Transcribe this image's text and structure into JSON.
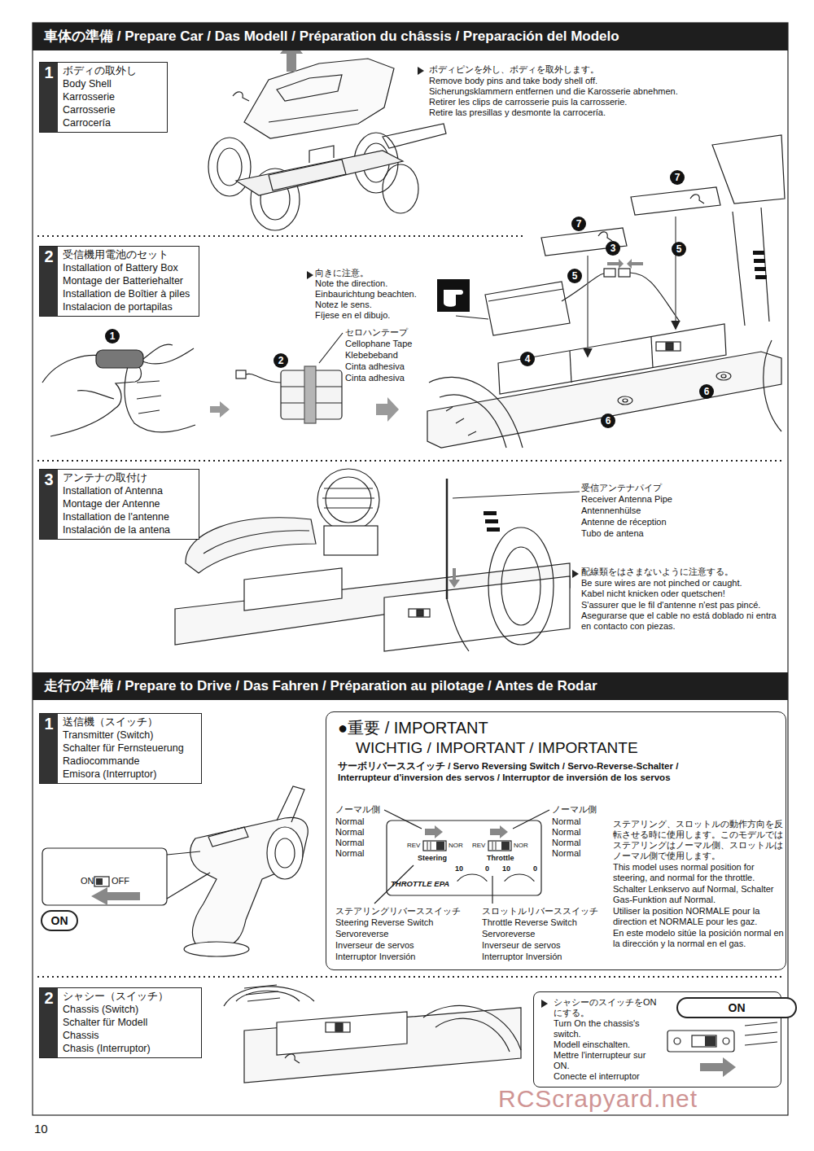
{
  "diagram": {
    "nodes": [
      {
        "text": [
          "車体の準備 / Prepare Car / Das Modell / Préparation du châssis / Preparación del Modelo"
        ]
      },
      {
        "text": [
          "1",
          "ボディの取外し",
          "Body Shell",
          "Karrosserie",
          "Carrosserie",
          "Carrocería"
        ]
      },
      {
        "text": [
          "2",
          "受信機用電池のセット",
          "Installation of Battery Box",
          "Montage der Batteriehalter",
          "Installation de Boîtier à piles",
          "Instalacion de portapilas"
        ]
      },
      {
        "text": [
          "3",
          "アンテナの取付け",
          "Installation of Antenna",
          "Montage der Antenne",
          "Installation de l'antenne",
          "Instalación de la antena"
        ]
      },
      {
        "text": [
          "走行の準備 / Prepare to Drive / Das Fahren / Préparation au pilotage / Antes de Rodar"
        ]
      },
      {
        "text": [
          "1",
          "送信機（スイッチ）",
          "Transmitter (Switch)",
          "Schalter für Fernsteuerung",
          "Radiocommande",
          "Emisora (Interruptor)"
        ]
      },
      {
        "text": [
          "●重要 / IMPORTANT",
          "WICHTIG / IMPORTANT / IMPORTANTE",
          "サーボリバーススイッチ / Servo Reversing Switch / Servo-Reverse-Schalter / Interrupteur d'inversion des servos / Interruptor de inversión de los servos"
        ]
      },
      {
        "text": [
          "ON"
        ]
      },
      {
        "text": [
          "2",
          "シャシー（スイッチ）",
          "Chassis (Switch)",
          "Schalter für Modell",
          "Chassis",
          "Chasis (Interruptor)"
        ]
      },
      {
        "text": [
          "シャシーのスイッチをONにする。",
          "Turn On the chassis's switch.",
          "Modell einschalten.",
          "Mettre l'interrupteur sur ON.",
          "Conecte el interruptor"
        ]
      },
      {
        "text": [
          "ON"
        ],
        "in": 9
      }
    ],
    "labels": [
      "ボディピンを外し、ボディを取外します。",
      "Remove body pins and take body shell off.",
      "Sicherungsklammern entfernen und die Karosserie abnehmen.",
      "Retirer les clips de carrosserie puis la carrosserie.",
      "Retire las presillas y desmonte la carrocería.",
      "向きに注意。",
      "Note the direction.",
      "Einbaurichtung beachten.",
      "Notez le sens.",
      "Fíjese en el dibujo.",
      "セロハンテープ",
      "Cellophane Tape",
      "Klebebeband",
      "Cinta adhesiva",
      "Cinta adhesiva",
      "1",
      "2",
      "7",
      "7",
      "5",
      "3",
      "5",
      "4",
      "6",
      "6",
      "受信アンテナパイプ",
      "Receiver Antenna Pipe",
      "Antennenhülse",
      "Antenne de réception",
      "Tubo de antena",
      "配線類をはさまないように注意する。",
      "Be sure wires are not pinched or caught.",
      "Kabel nicht knicken oder quetschen!",
      "S'assurer que le fil d'antenne n'est pas pincé.",
      "Asegurarse que el cable no está doblado ni entra en contacto con piezas.",
      "ON",
      "OFF",
      "ノーマル側",
      "Normal",
      "Normal",
      "Normal",
      "Normal",
      "ノーマル側",
      "Normal",
      "Normal",
      "Normal",
      "Normal",
      "REV",
      "NOR",
      "Steering",
      "REV",
      "NOR",
      "Throttle",
      "10",
      "0",
      "10",
      "0",
      "THROTTLE EPA",
      "ステアリングリバーススイッチ",
      "Steering Reverse Switch",
      "Servoreverse",
      "Inverseur de servos",
      "Interruptor Inversión",
      "スロットルリバーススイッチ",
      "Throttle Reverse Switch",
      "Servoreverse",
      "Inverseur de servos",
      "Interruptor Inversión",
      "ステアリング、スロットルの動作方向を反転させる時に使用します。このモデルではステアリングはノーマル側、スロットルはノーマル側で使用します。",
      "This model uses normal position for steering, and normal for the throttle.",
      "Schalter Lenkservo auf Normal, Schalter Gas-Funktion auf Normal.",
      "Utiliser la position NORMALE pour la direction et NORMALE pour les gaz.",
      "En este modelo sitúe la posición normal en la dirección y la normal en el gas.",
      "RCScrapyard.net",
      "10"
    ]
  }
}
